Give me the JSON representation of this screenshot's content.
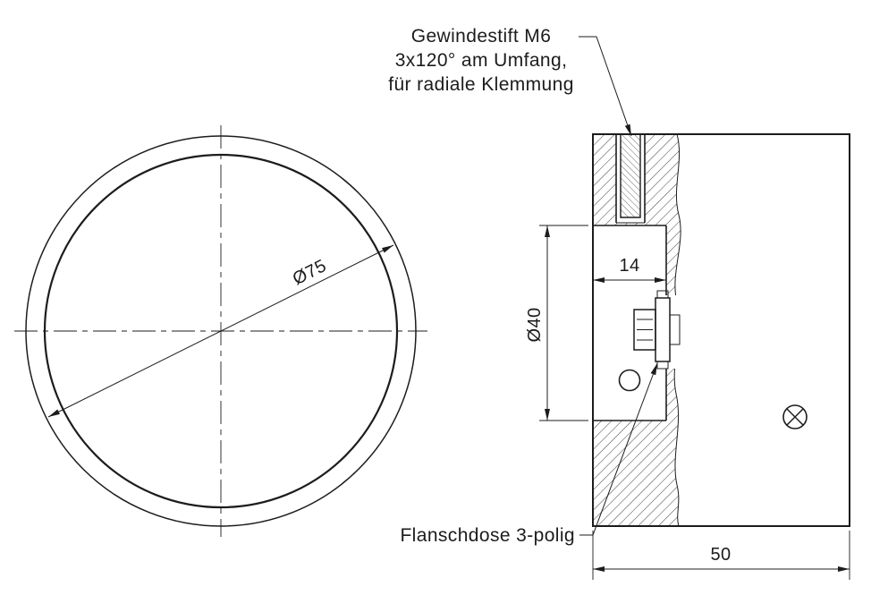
{
  "labels": {
    "setscrew_note_line1": "Gewindestift M6",
    "setscrew_note_line2": "3x120° am Umfang,",
    "setscrew_note_line3": "für radiale Klemmung",
    "connector_note": "Flanschdose 3-polig"
  },
  "dimensions": {
    "front_outer_diameter": "Ø75",
    "bore_depth": "14",
    "bore_diameter": "Ø40",
    "overall_width": "50"
  },
  "colors": {
    "line": "#1c1c1c",
    "background": "#ffffff"
  }
}
